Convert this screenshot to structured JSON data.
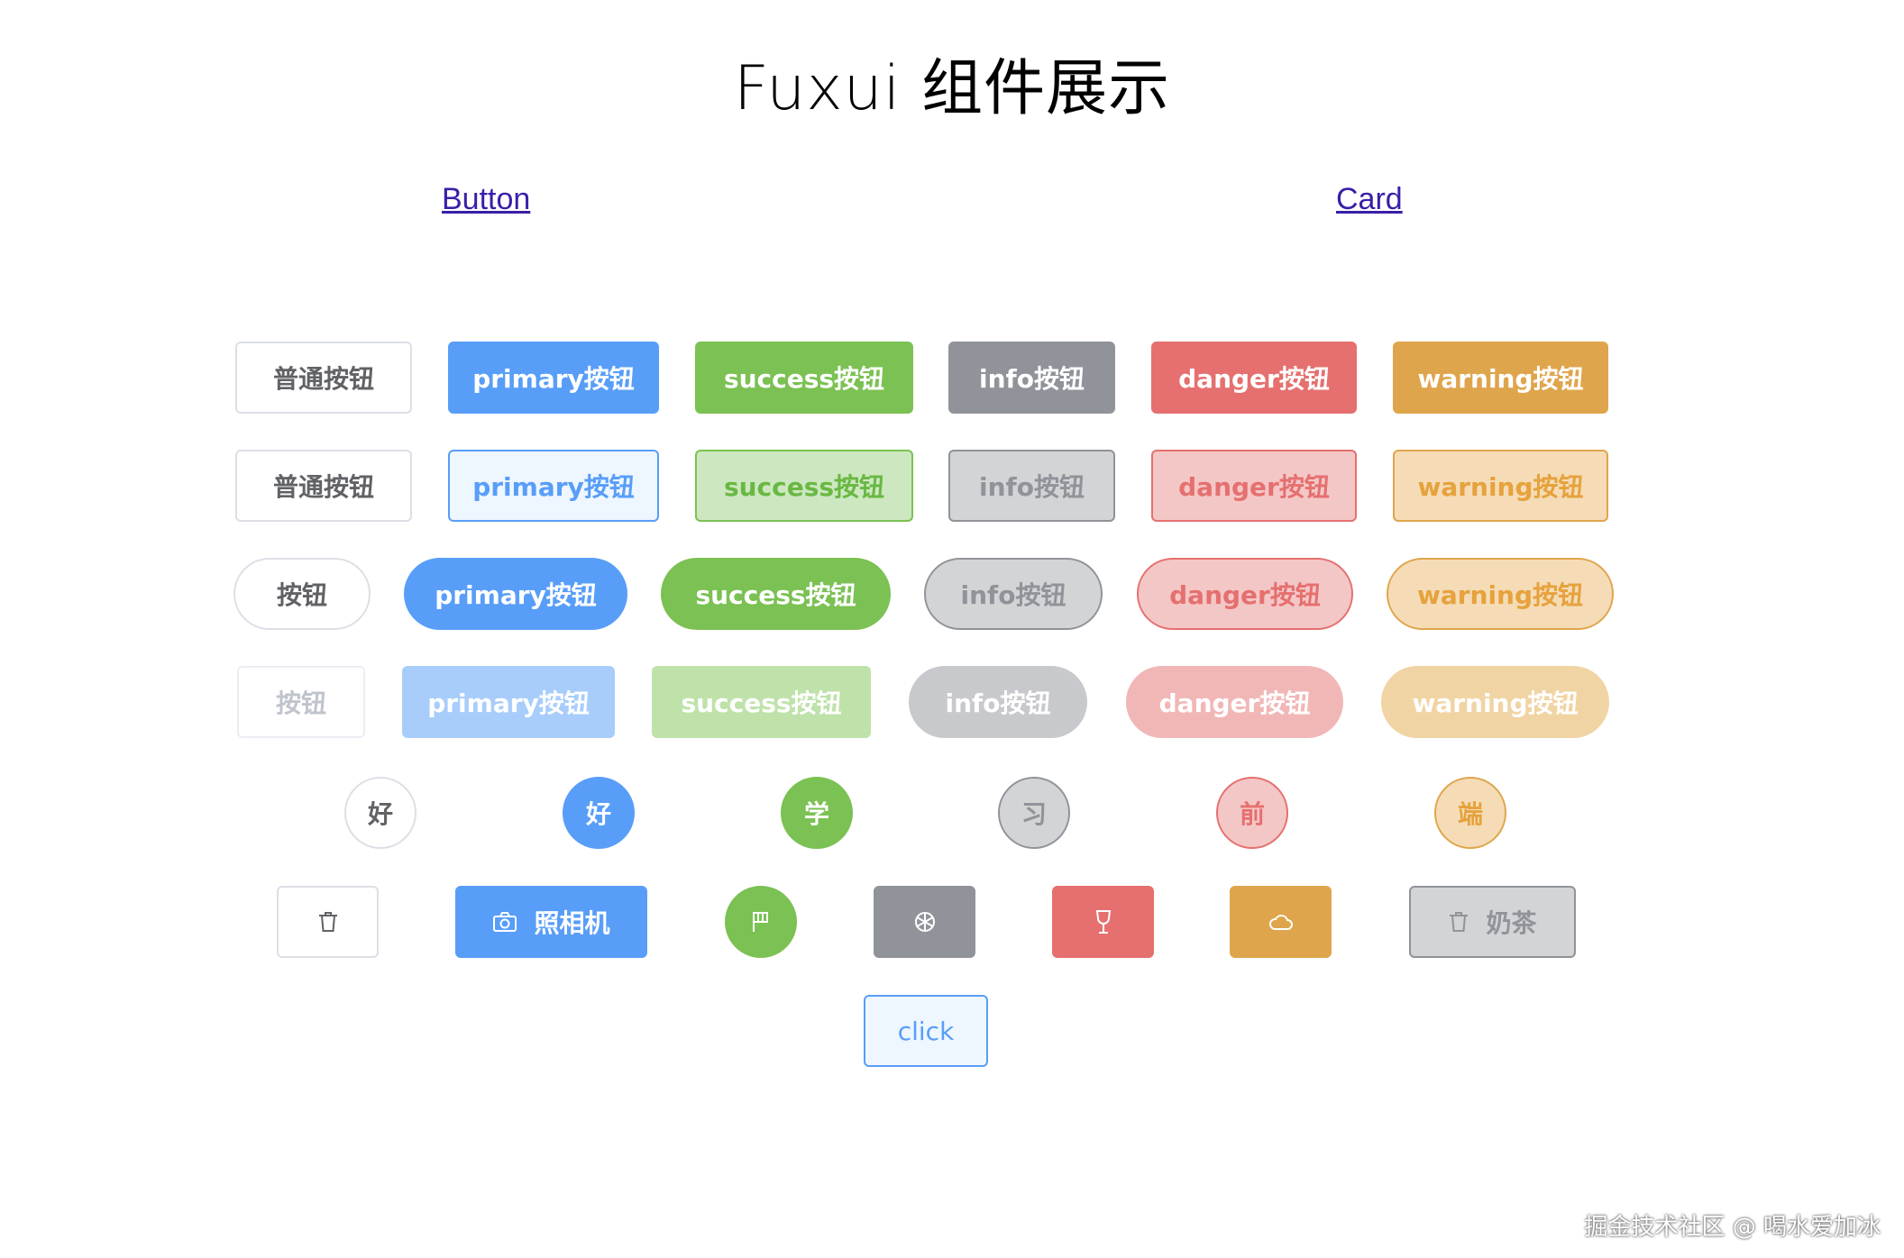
{
  "page": {
    "title": "Fuxui 组件展示",
    "nav": {
      "button_link": "Button",
      "card_link": "Card"
    }
  },
  "rows": {
    "solid": {
      "default": "普通按钮",
      "primary": "primary按钮",
      "success": "success按钮",
      "info": "info按钮",
      "danger": "danger按钮",
      "warning": "warning按钮"
    },
    "plain": {
      "default": "普通按钮",
      "primary": "primary按钮",
      "success": "success按钮",
      "info": "info按钮",
      "danger": "danger按钮",
      "warning": "warning按钮"
    },
    "round": {
      "default": "按钮",
      "primary": "primary按钮",
      "success": "success按钮",
      "info": "info按钮",
      "danger": "danger按钮",
      "warning": "warning按钮"
    },
    "disabled": {
      "default": "按钮",
      "primary": "primary按钮",
      "success": "success按钮",
      "info": "info按钮",
      "danger": "danger按钮",
      "warning": "warning按钮"
    },
    "circle": {
      "default": "好",
      "primary": "好",
      "success": "学",
      "info": "习",
      "danger": "前",
      "warning": "端"
    },
    "icon": {
      "default_icon": "trash-icon",
      "primary_icon": "camera-icon",
      "primary_label": "照相机",
      "success_icon": "flag-icon",
      "info_icon": "aperture-icon",
      "danger_icon": "wine-glass-icon",
      "warning_icon": "cloud-icon",
      "disabled_icon": "trash-icon",
      "disabled_label": "奶茶"
    },
    "click": {
      "label": "click"
    }
  },
  "colors": {
    "primary": "#589ef8",
    "success": "#7bc153",
    "info": "#909399",
    "danger": "#e5706f",
    "warning": "#dfa54c",
    "border": "#dcdfe6",
    "text": "#606266"
  },
  "watermark": "掘金技术社区 @ 喝水爱加冰"
}
